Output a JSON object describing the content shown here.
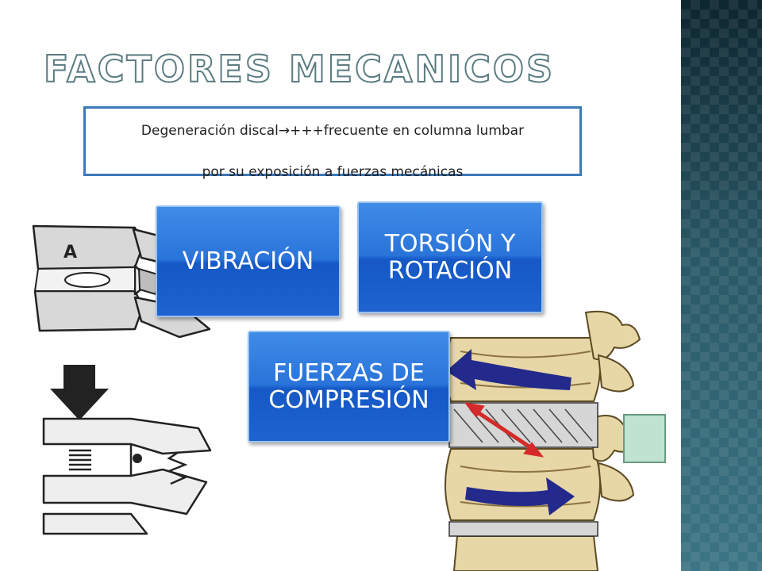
{
  "title": "Factores mecanicos",
  "note": {
    "line1_before": "Degeneración discal",
    "arrow": "→",
    "line1_after": "+++frecuente en columna lumbar",
    "line2": "por su exposición a fuerzas mecánicas"
  },
  "boxes": {
    "vibracion": "VIBRACIÓN",
    "torsion": "TORSIÓN Y\nROTACIÓN",
    "compresion": "FUERZAS DE\nCOMPRESIÓN"
  },
  "illustration": {
    "label_a": "A"
  },
  "colors": {
    "box_blue": "#2a74da",
    "note_border": "#3d79b8",
    "arrow_navy": "#232a8c",
    "arrow_red": "#d42a2a",
    "title_outline": "#5a7c82"
  }
}
